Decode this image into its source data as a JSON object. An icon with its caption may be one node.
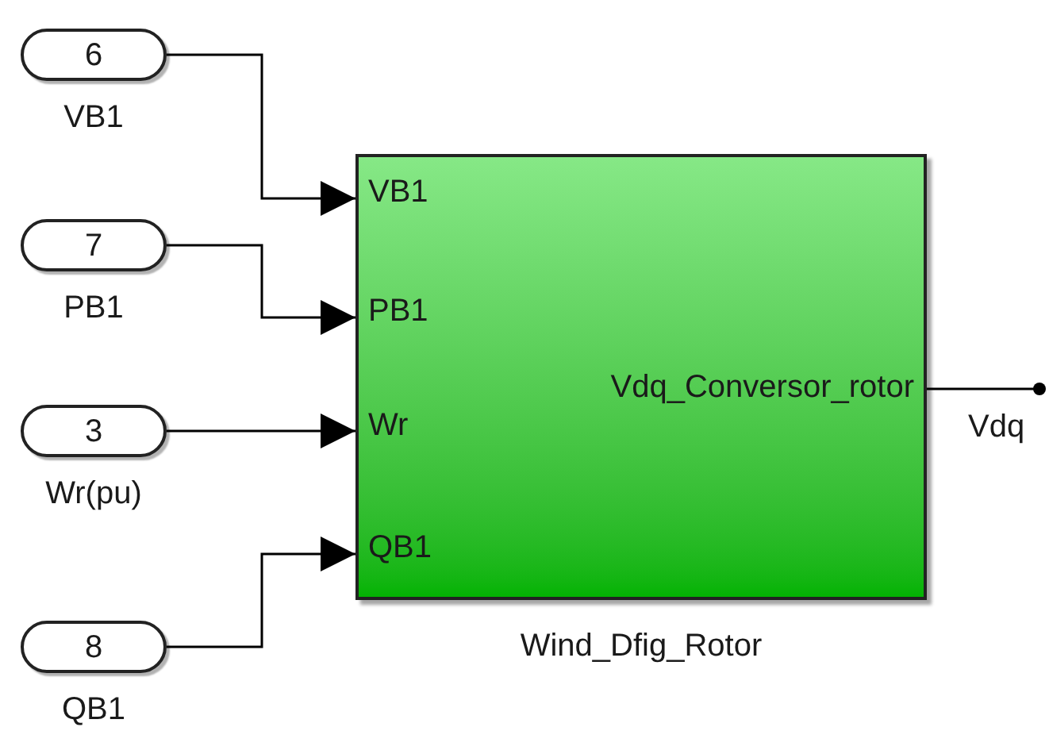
{
  "diagram": {
    "nodes": [
      {
        "text": [
          "6"
        ],
        "beside": [
          "VB1"
        ]
      },
      {
        "text": [
          "7"
        ],
        "beside": [
          "PB1"
        ]
      },
      {
        "text": [
          "3"
        ],
        "beside": [
          "Wr(pu)"
        ]
      },
      {
        "text": [
          "8"
        ],
        "beside": [
          "QB1"
        ]
      },
      {
        "text": [
          "VB1",
          "PB1",
          "Wr",
          "QB1",
          "Vdq_Conversor_rotor"
        ],
        "beside": [
          "Wind_Dfig_Rotor"
        ]
      }
    ],
    "edges": [
      {
        "from": 0,
        "to": 4,
        "arrow": "to"
      },
      {
        "from": 1,
        "to": 4,
        "arrow": "to"
      },
      {
        "from": 2,
        "to": 4,
        "arrow": "to"
      },
      {
        "from": 3,
        "to": 4,
        "arrow": "to"
      },
      {
        "from": 4,
        "to": null,
        "arrow": "other"
      }
    ],
    "labels": [
      "Vdq"
    ]
  }
}
